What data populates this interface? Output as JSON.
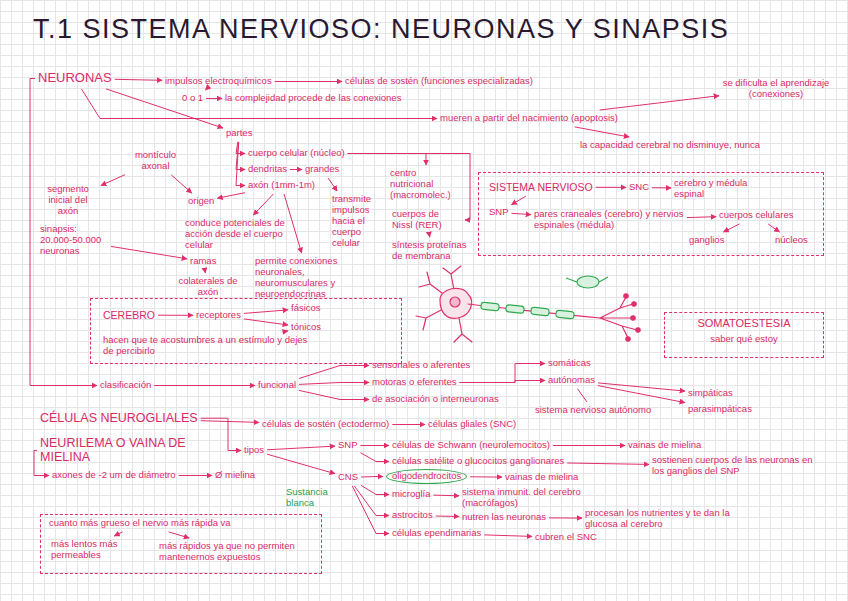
{
  "diagram": {
    "title": "T.1 SISTEMA NERVIOSO: NEURONAS Y SINAPSIS",
    "nodes": [
      {
        "text": [
          "NEURONAS"
        ]
      },
      {
        "text": [
          "impulsos electroquímicos"
        ]
      },
      {
        "text": [
          "células de sostén (funciones especializadas)"
        ]
      },
      {
        "text": [
          "0 o 1"
        ]
      },
      {
        "text": [
          "la complejidad procede de las conexiones"
        ]
      },
      {
        "text": [
          "mueren a partir del nacimiento (apoptosis)"
        ]
      },
      {
        "text": [
          "se dificulta el aprendizaje (conexiones)"
        ]
      },
      {
        "text": [
          "la capacidad cerebral no disminuye, nunca"
        ]
      },
      {
        "text": [
          "partes"
        ]
      },
      {
        "text": [
          "montículo axonal"
        ]
      },
      {
        "text": [
          "cuerpo celular (núcleo)"
        ]
      },
      {
        "text": [
          "dendritas"
        ]
      },
      {
        "text": [
          "grandes"
        ]
      },
      {
        "text": [
          "centro nutricional (macromolec.)"
        ]
      },
      {
        "text": [
          "axón (1mm-1m)"
        ]
      },
      {
        "text": [
          "segmento inicial del axón"
        ]
      },
      {
        "text": [
          "origen"
        ]
      },
      {
        "text": [
          "transmite impulsos hacia el cuerpo celular"
        ]
      },
      {
        "text": [
          "cuerpos de Nissl (RER)"
        ]
      },
      {
        "text": [
          "sinapsis: 20.000-50.000 neuronas"
        ]
      },
      {
        "text": [
          "conduce potenciales de acción desde el cuerpo celular"
        ]
      },
      {
        "text": [
          "síntesis proteínas de membrana"
        ]
      },
      {
        "text": [
          "ramas"
        ]
      },
      {
        "text": [
          "permite conexiones neuronales, neuromusculares y neuroendocrinas"
        ]
      },
      {
        "text": [
          "colaterales de axón"
        ]
      },
      {
        "text": [
          "SISTEMA NERVIOSO"
        ]
      },
      {
        "text": [
          "SNC"
        ],
        "in": 25
      },
      {
        "text": [
          "cerebro y médula espinal"
        ],
        "in": 25
      },
      {
        "text": [
          "SNP"
        ],
        "in": 25
      },
      {
        "text": [
          "pares craneales (cerebro) y nervios espinales (médula)"
        ],
        "in": 25
      },
      {
        "text": [
          "cuerpos celulares"
        ],
        "in": 25
      },
      {
        "text": [
          "ganglios"
        ],
        "in": 25
      },
      {
        "text": [
          "núcleos"
        ],
        "in": 25
      },
      {
        "text": [
          "CEREBRO"
        ]
      },
      {
        "text": [
          "receptores"
        ],
        "in": 33
      },
      {
        "text": [
          "fásicos"
        ],
        "in": 33
      },
      {
        "text": [
          "tónicos"
        ],
        "in": 33
      },
      {
        "text": [
          "hacen que te acostumbres a un estímulo y dejes de percibirlo"
        ],
        "in": 33
      },
      {
        "text": [
          "SOMATOESTESIA",
          "saber qué estoy"
        ]
      },
      {
        "text": [
          "clasificación"
        ]
      },
      {
        "text": [
          "funcional"
        ]
      },
      {
        "text": [
          "sensoriales o aferentes"
        ]
      },
      {
        "text": [
          "motoras o eferentes"
        ]
      },
      {
        "text": [
          "somáticas"
        ]
      },
      {
        "text": [
          "autónomas"
        ]
      },
      {
        "text": [
          "de asociación o interneuronas"
        ]
      },
      {
        "text": [
          "simpáticas"
        ]
      },
      {
        "text": [
          "sistema nervioso autónomo"
        ]
      },
      {
        "text": [
          "parasimpáticas"
        ]
      },
      {
        "text": [
          "CÉLULAS NEUROGLIALES"
        ]
      },
      {
        "text": [
          "células de sostén (ectodermo)"
        ]
      },
      {
        "text": [
          "células gliales (SNC)"
        ]
      },
      {
        "text": [
          "tipos"
        ]
      },
      {
        "text": [
          "SNP"
        ]
      },
      {
        "text": [
          "células de Schwann (neurolemocitos)"
        ]
      },
      {
        "text": [
          "vainas de mielina"
        ]
      },
      {
        "text": [
          "NEURILEMA O VAINA DE MIELINA"
        ]
      },
      {
        "text": [
          "células satélite o glucocitos ganglionares"
        ]
      },
      {
        "text": [
          "sostienen cuerpos de las neuronas en los ganglios del SNP"
        ]
      },
      {
        "text": [
          "CNS"
        ]
      },
      {
        "text": [
          "oligodendrocitos"
        ]
      },
      {
        "text": [
          "vainas de mielina"
        ]
      },
      {
        "text": [
          "axones de -2 um de diámetro"
        ]
      },
      {
        "text": [
          "Ø mielina"
        ]
      },
      {
        "text": [
          "microglía"
        ]
      },
      {
        "text": [
          "sistema inmunit. del cerebro (macrófagos)"
        ]
      },
      {
        "text": [
          "astrocitos"
        ]
      },
      {
        "text": [
          "nutren las neuronas"
        ]
      },
      {
        "text": [
          "procesan los nutrientes y te dan la glucosa al cerebro"
        ]
      },
      {
        "text": [
          "células ependimarias"
        ]
      },
      {
        "text": [
          "cubren el SNC"
        ]
      },
      {
        "text": [
          "cuanto más grueso el nervio más rápida va"
        ]
      },
      {
        "text": [
          "más lentos más permeables"
        ],
        "in": 71
      },
      {
        "text": [
          "más rápidos ya que no permiten mantenernos expuestos"
        ],
        "in": 71
      }
    ],
    "edges": [
      {
        "from": 0,
        "to": 1,
        "arrow": "to"
      },
      {
        "from": 1,
        "to": 2,
        "arrow": "to"
      },
      {
        "from": 1,
        "to": 3,
        "arrow": "to"
      },
      {
        "from": 3,
        "to": 4,
        "arrow": "to"
      },
      {
        "from": 0,
        "to": 8,
        "arrow": "to"
      },
      {
        "from": 0,
        "to": 5,
        "arrow": "to"
      },
      {
        "from": 5,
        "to": 6,
        "arrow": "to"
      },
      {
        "from": 5,
        "to": 7,
        "arrow": "to"
      },
      {
        "from": 0,
        "to": 39,
        "arrow": "to"
      },
      {
        "from": 8,
        "to": 10,
        "arrow": "to"
      },
      {
        "from": 8,
        "to": 11,
        "arrow": "to"
      },
      {
        "from": 8,
        "to": 14,
        "arrow": "to"
      },
      {
        "from": 11,
        "to": 12,
        "arrow": "to"
      },
      {
        "from": 10,
        "to": 13,
        "arrow": "to"
      },
      {
        "from": 10,
        "to": 18,
        "arrow": "to"
      },
      {
        "from": 12,
        "to": 17,
        "arrow": "to"
      },
      {
        "from": 14,
        "to": 16,
        "arrow": "to"
      },
      {
        "from": 9,
        "to": 16,
        "arrow": "to"
      },
      {
        "from": 9,
        "to": 15,
        "arrow": "to"
      },
      {
        "from": 14,
        "to": 20,
        "arrow": "to"
      },
      {
        "from": 14,
        "to": 23,
        "arrow": "to"
      },
      {
        "from": 18,
        "to": 21,
        "arrow": "to"
      },
      {
        "from": 19,
        "to": 22,
        "arrow": "to"
      },
      {
        "from": 22,
        "to": 24,
        "arrow": "to"
      },
      {
        "from": 25,
        "to": 26,
        "arrow": "to"
      },
      {
        "from": 26,
        "to": 27,
        "arrow": "to"
      },
      {
        "from": 25,
        "to": 28,
        "arrow": "to"
      },
      {
        "from": 28,
        "to": 29,
        "arrow": "to"
      },
      {
        "from": 29,
        "to": 30,
        "arrow": "to"
      },
      {
        "from": 30,
        "to": 31,
        "arrow": "to"
      },
      {
        "from": 30,
        "to": 32,
        "arrow": "to"
      },
      {
        "from": 33,
        "to": 34,
        "arrow": "to"
      },
      {
        "from": 34,
        "to": 35,
        "arrow": "to"
      },
      {
        "from": 34,
        "to": 36,
        "arrow": "to"
      },
      {
        "from": 37,
        "to": 36,
        "arrow": "to"
      },
      {
        "from": 39,
        "to": 40,
        "arrow": "to"
      },
      {
        "from": 40,
        "to": 41,
        "arrow": "to"
      },
      {
        "from": 40,
        "to": 42,
        "arrow": "to"
      },
      {
        "from": 40,
        "to": 45,
        "arrow": "to"
      },
      {
        "from": 42,
        "to": 43,
        "arrow": "to"
      },
      {
        "from": 42,
        "to": 44,
        "arrow": "to"
      },
      {
        "from": 44,
        "to": 46,
        "arrow": "to"
      },
      {
        "from": 44,
        "to": 48,
        "arrow": "to"
      },
      {
        "from": 44,
        "to": 47,
        "arrow": "none"
      },
      {
        "from": 49,
        "to": 50,
        "arrow": "to"
      },
      {
        "from": 50,
        "to": 51,
        "arrow": "to"
      },
      {
        "from": 49,
        "to": 52,
        "arrow": "to"
      },
      {
        "from": 52,
        "to": 53,
        "arrow": "to"
      },
      {
        "from": 52,
        "to": 59,
        "arrow": "to"
      },
      {
        "from": 53,
        "to": 54,
        "arrow": "to"
      },
      {
        "from": 54,
        "to": 55,
        "arrow": "to"
      },
      {
        "from": 53,
        "to": 57,
        "arrow": "to"
      },
      {
        "from": 57,
        "to": 58,
        "arrow": "to"
      },
      {
        "from": 59,
        "to": 60,
        "arrow": "to"
      },
      {
        "from": 60,
        "to": 61,
        "arrow": "to"
      },
      {
        "from": 59,
        "to": 64,
        "arrow": "to"
      },
      {
        "from": 64,
        "to": 65,
        "arrow": "to"
      },
      {
        "from": 59,
        "to": 66,
        "arrow": "to"
      },
      {
        "from": 66,
        "to": 67,
        "arrow": "to"
      },
      {
        "from": 67,
        "to": 68,
        "arrow": "to"
      },
      {
        "from": 59,
        "to": 69,
        "arrow": "to"
      },
      {
        "from": 69,
        "to": 70,
        "arrow": "to"
      },
      {
        "from": 56,
        "to": 62,
        "arrow": "to"
      },
      {
        "from": 62,
        "to": 63,
        "arrow": "to"
      },
      {
        "from": 71,
        "to": 72,
        "arrow": "to"
      },
      {
        "from": 71,
        "to": 73,
        "arrow": "to"
      }
    ],
    "labels": [
      "Sustancia blanca"
    ]
  }
}
